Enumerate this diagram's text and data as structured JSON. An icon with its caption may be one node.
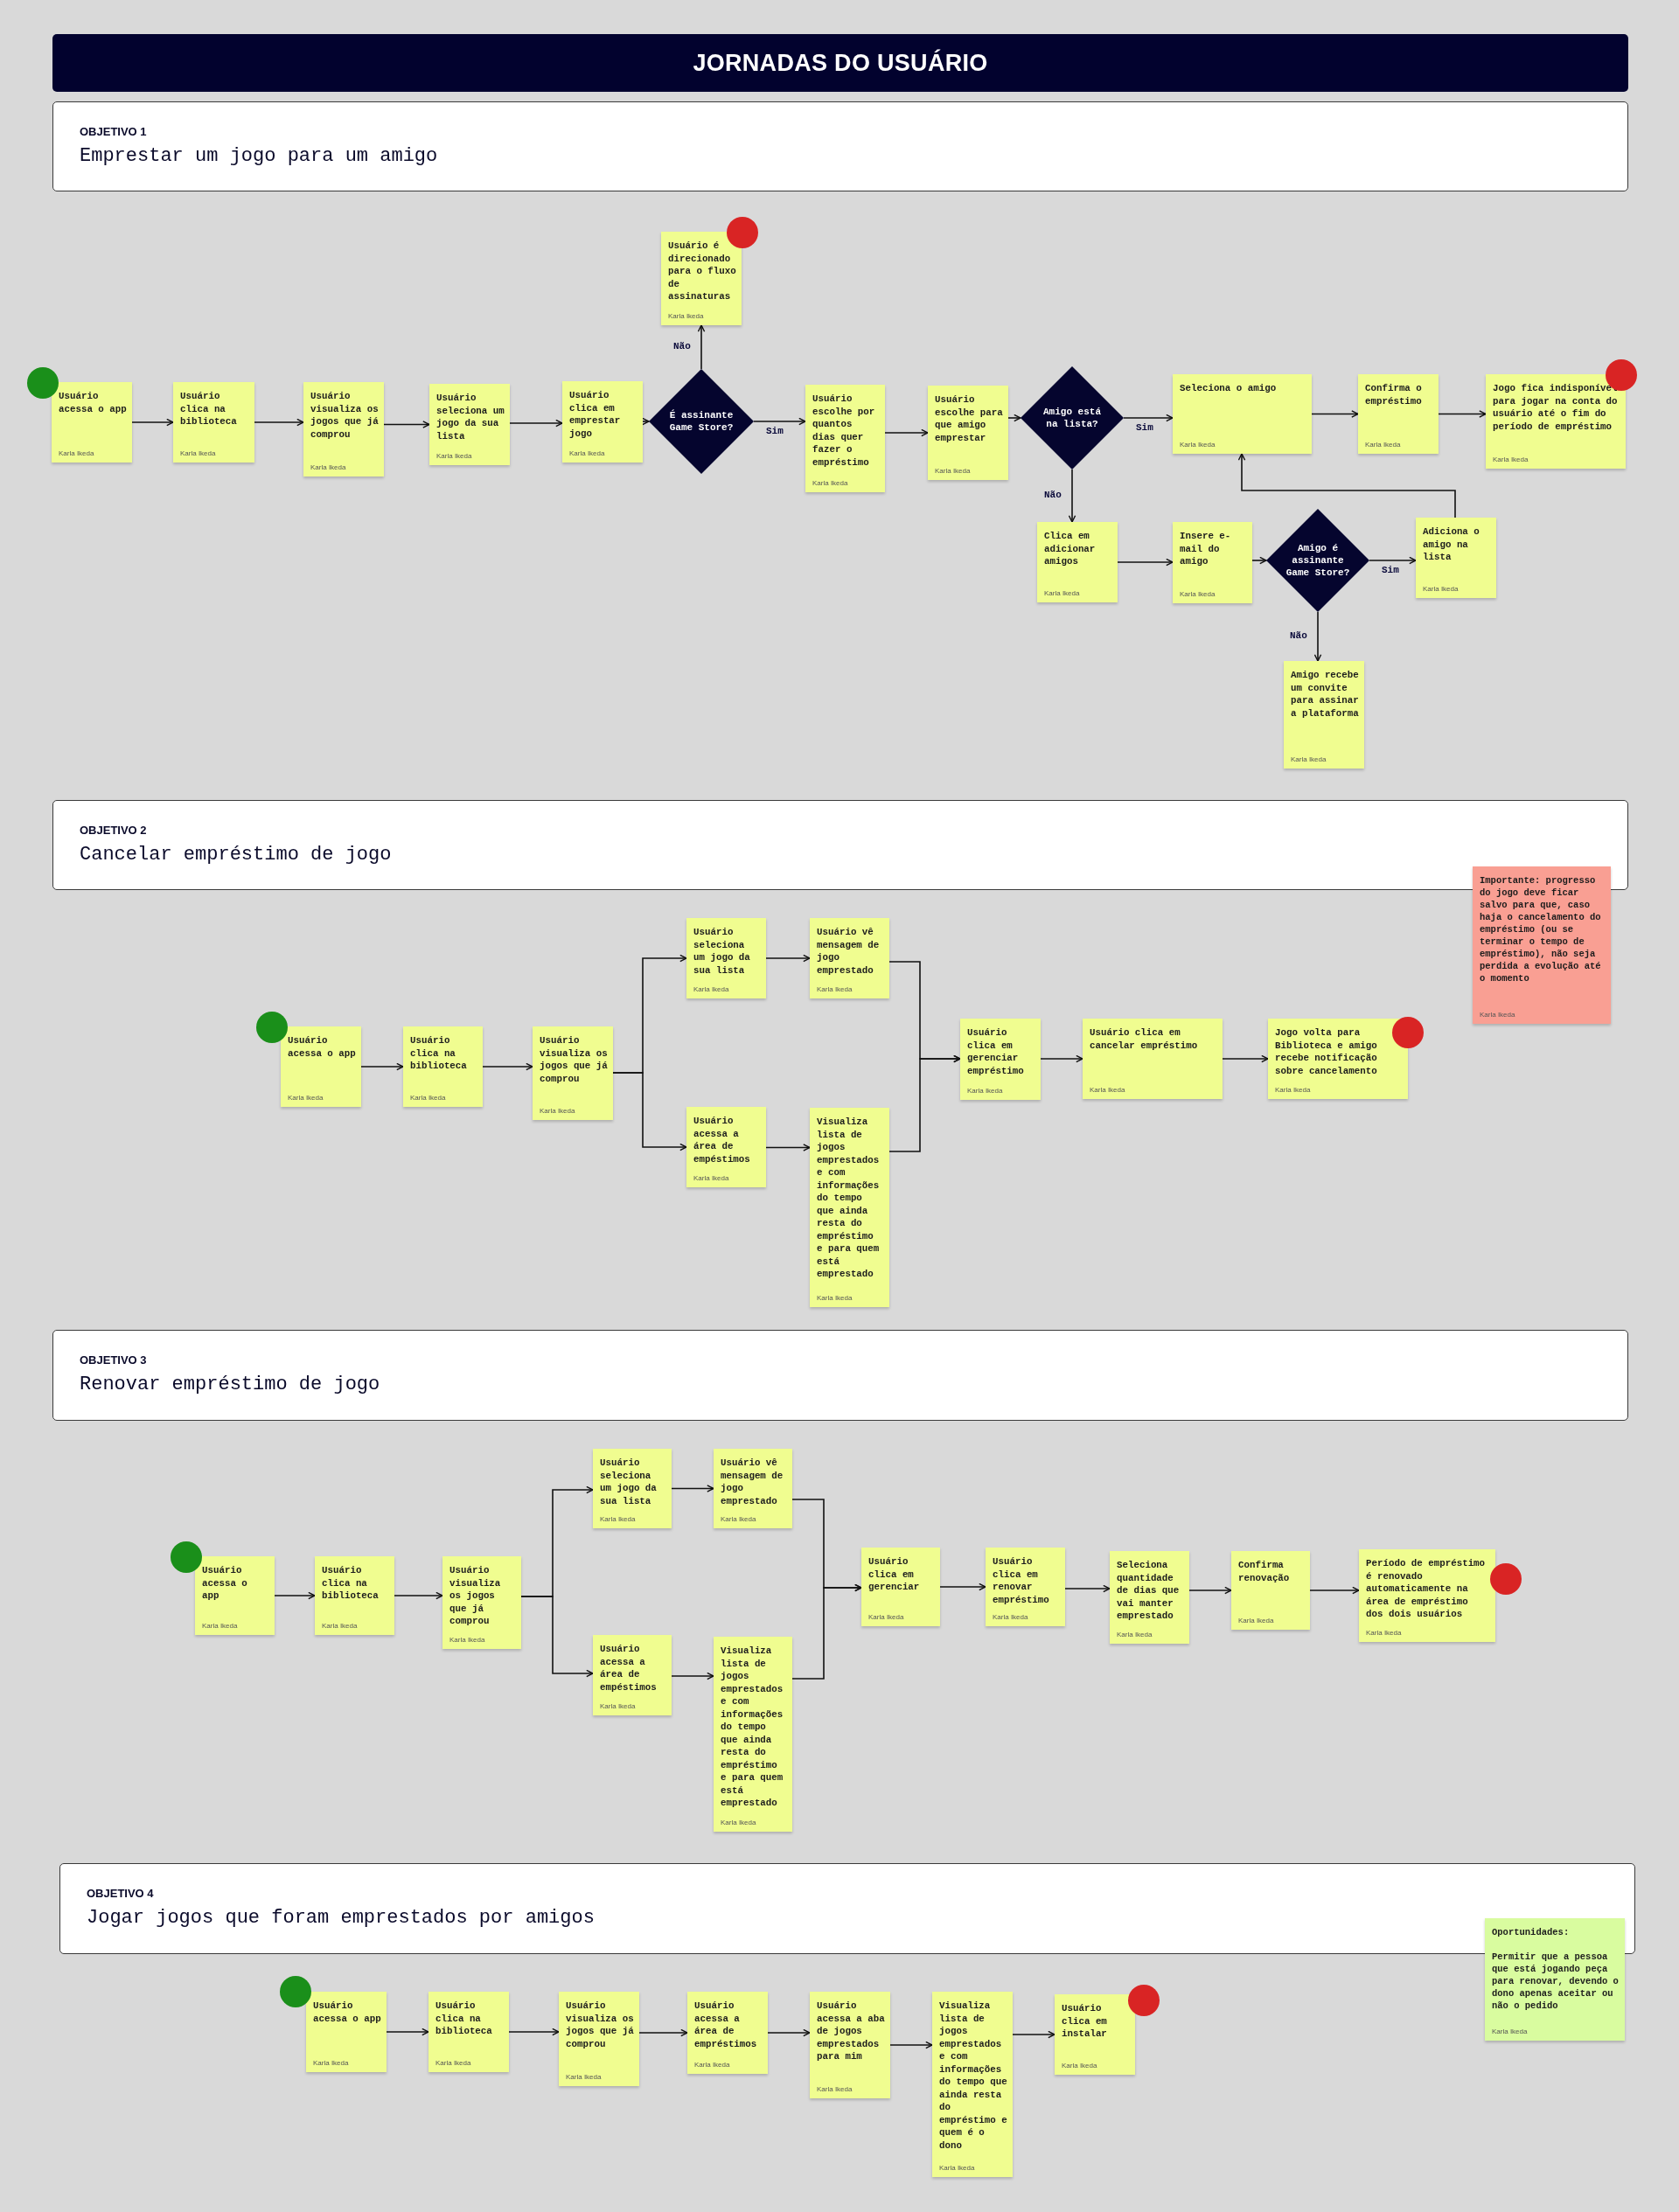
{
  "diagram": {
    "title": "JORNADAS DO USUÁRIO",
    "nodes": [
      {
        "text": [
          "OBJETIVO 1",
          "Emprestar um jogo para um amigo"
        ]
      },
      {
        "text": [],
        "shape": "circle"
      },
      {
        "text": [
          "Usuário acessa o app",
          "Karla Ikeda"
        ]
      },
      {
        "text": [
          "Usuário clica na biblioteca",
          "Karla Ikeda"
        ]
      },
      {
        "text": [
          "Usuário visualiza os jogos que já comprou",
          "Karla Ikeda"
        ]
      },
      {
        "text": [
          "Usuário seleciona um jogo da sua lista",
          "Karla Ikeda"
        ]
      },
      {
        "text": [
          "Usuário clica em emprestar jogo",
          "Karla Ikeda"
        ]
      },
      {
        "text": [
          "É assinante Game Store?"
        ]
      },
      {
        "text": [
          "Usuário é direcionado para o fluxo de assinaturas",
          "Karla Ikeda"
        ]
      },
      {
        "text": [],
        "shape": "circle"
      },
      {
        "text": [
          "Usuário escolhe por quantos dias quer fazer o empréstimo",
          "Karla Ikeda"
        ]
      },
      {
        "text": [
          "Usuário escolhe para que amigo emprestar",
          "Karla Ikeda"
        ]
      },
      {
        "text": [
          "Amigo está na lista?"
        ]
      },
      {
        "text": [
          "Seleciona o amigo",
          "Karla Ikeda"
        ]
      },
      {
        "text": [
          "Confirma o empréstimo",
          "Karla Ikeda"
        ]
      },
      {
        "text": [
          "Jogo fica indisponível para jogar na conta do usuário até o fim do período de empréstimo",
          "Karla Ikeda"
        ]
      },
      {
        "text": [],
        "shape": "circle"
      },
      {
        "text": [
          "Clica em adicionar amigos",
          "Karla Ikeda"
        ]
      },
      {
        "text": [
          "Insere e-mail do amigo",
          "Karla Ikeda"
        ]
      },
      {
        "text": [
          "Amigo é assinante Game Store?"
        ]
      },
      {
        "text": [
          "Adiciona o amigo na lista",
          "Karla Ikeda"
        ]
      },
      {
        "text": [
          "Amigo recebe um convite para assinar a plataforma",
          "Karla Ikeda"
        ]
      },
      {
        "text": [
          "OBJETIVO 2",
          "Cancelar empréstimo de jogo"
        ]
      },
      {
        "text": [
          "Importante: progresso do jogo deve ficar salvo para que, caso haja o cancelamento do empréstimo (ou se terminar o tempo de empréstimo), não seja perdida a evolução até o momento",
          "Karla Ikeda"
        ]
      },
      {
        "text": [],
        "shape": "circle"
      },
      {
        "text": [
          "Usuário acessa o app",
          "Karla Ikeda"
        ]
      },
      {
        "text": [
          "Usuário clica na biblioteca",
          "Karla Ikeda"
        ]
      },
      {
        "text": [
          "Usuário visualiza os jogos que já comprou",
          "Karla Ikeda"
        ]
      },
      {
        "text": [
          "Usuário seleciona um jogo da sua lista",
          "Karla Ikeda"
        ]
      },
      {
        "text": [
          "Usuário vê mensagem de jogo emprestado",
          "Karla Ikeda"
        ]
      },
      {
        "text": [
          "Usuário acessa a área de empéstimos",
          "Karla Ikeda"
        ]
      },
      {
        "text": [
          "Visualiza lista de jogos emprestados e com informações do tempo que ainda resta do empréstimo e para quem está emprestado",
          "Karla Ikeda"
        ]
      },
      {
        "text": [
          "Usuário clica em gerenciar empréstimo",
          "Karla Ikeda"
        ]
      },
      {
        "text": [
          "Usuário clica em cancelar empréstimo",
          "Karla Ikeda"
        ]
      },
      {
        "text": [
          "Jogo volta para Biblioteca e amigo recebe notificação sobre cancelamento",
          "Karla Ikeda"
        ]
      },
      {
        "text": [],
        "shape": "circle"
      },
      {
        "text": [
          "OBJETIVO 3",
          "Renovar empréstimo de jogo"
        ]
      },
      {
        "text": [],
        "shape": "circle"
      },
      {
        "text": [
          "Usuário acessa o app",
          "Karla Ikeda"
        ]
      },
      {
        "text": [
          "Usuário clica na biblioteca",
          "Karla Ikeda"
        ]
      },
      {
        "text": [
          "Usuário visualiza os jogos que já comprou",
          "Karla Ikeda"
        ]
      },
      {
        "text": [
          "Usuário seleciona um jogo da sua lista",
          "Karla Ikeda"
        ]
      },
      {
        "text": [
          "Usuário vê mensagem de jogo emprestado",
          "Karla Ikeda"
        ]
      },
      {
        "text": [
          "Usuário acessa a área de empéstimos",
          "Karla Ikeda"
        ]
      },
      {
        "text": [
          "Visualiza lista de jogos emprestados e com informações do tempo que ainda resta do empréstimo e para quem está emprestado",
          "Karla Ikeda"
        ]
      },
      {
        "text": [
          "Usuário clica em gerenciar",
          "Karla Ikeda"
        ]
      },
      {
        "text": [
          "Usuário clica em renovar empréstimo",
          "Karla Ikeda"
        ]
      },
      {
        "text": [
          "Seleciona quantidade de dias que vai manter emprestado",
          "Karla Ikeda"
        ]
      },
      {
        "text": [
          "Confirma renovação",
          "Karla Ikeda"
        ]
      },
      {
        "text": [
          "Período de empréstimo é renovado automaticamente na área de empréstimo dos dois usuários",
          "Karla Ikeda"
        ]
      },
      {
        "text": [],
        "shape": "circle"
      },
      {
        "text": [
          "OBJETIVO 4",
          "Jogar jogos que foram emprestados por amigos"
        ]
      },
      {
        "text": [
          "Oportunidades:",
          "Permitir que a pessoa que está jogando peça para renovar, devendo o dono apenas aceitar ou não o pedido",
          "Karla Ikeda"
        ]
      },
      {
        "text": [],
        "shape": "circle"
      },
      {
        "text": [
          "Usuário acessa o app",
          "Karla Ikeda"
        ]
      },
      {
        "text": [
          "Usuário clica na biblioteca",
          "Karla Ikeda"
        ]
      },
      {
        "text": [
          "Usuário visualiza os jogos que já comprou",
          "Karla Ikeda"
        ]
      },
      {
        "text": [
          "Usuário acessa a área de empréstimos",
          "Karla Ikeda"
        ]
      },
      {
        "text": [
          "Usuário acessa a aba de jogos emprestados para mim",
          "Karla Ikeda"
        ]
      },
      {
        "text": [
          "Visualiza lista de jogos emprestados e com informações do tempo que ainda resta do empréstimo e quem é o dono",
          "Karla Ikeda"
        ]
      },
      {
        "text": [
          "Usuário clica em instalar",
          "Karla Ikeda"
        ]
      },
      {
        "text": [],
        "shape": "circle"
      }
    ],
    "edges": [
      {
        "from": 2,
        "to": 3,
        "arrow": "to"
      },
      {
        "from": 3,
        "to": 4,
        "arrow": "to"
      },
      {
        "from": 4,
        "to": 5,
        "arrow": "to"
      },
      {
        "from": 5,
        "to": 6,
        "arrow": "to"
      },
      {
        "from": 6,
        "to": 7,
        "arrow": "to"
      },
      {
        "from": 7,
        "to": 8,
        "arrow": "to",
        "label": "Não"
      },
      {
        "from": 7,
        "to": 10,
        "arrow": "to",
        "label": "Sim"
      },
      {
        "from": 10,
        "to": 11,
        "arrow": "to"
      },
      {
        "from": 11,
        "to": 12,
        "arrow": "to"
      },
      {
        "from": 12,
        "to": 13,
        "arrow": "to",
        "label": "Sim"
      },
      {
        "from": 12,
        "to": 17,
        "arrow": "to",
        "label": "Não"
      },
      {
        "from": 13,
        "to": 14,
        "arrow": "to"
      },
      {
        "from": 14,
        "to": 15,
        "arrow": "to"
      },
      {
        "from": 17,
        "to": 18,
        "arrow": "to"
      },
      {
        "from": 18,
        "to": 19,
        "arrow": "to"
      },
      {
        "from": 19,
        "to": 20,
        "arrow": "to",
        "label": "Sim"
      },
      {
        "from": 19,
        "to": 21,
        "arrow": "to",
        "label": "Não"
      },
      {
        "from": 20,
        "to": 13,
        "arrow": "to"
      },
      {
        "from": 25,
        "to": 26,
        "arrow": "to"
      },
      {
        "from": 26,
        "to": 27,
        "arrow": "to"
      },
      {
        "from": 27,
        "to": 28,
        "arrow": "to"
      },
      {
        "from": 27,
        "to": 30,
        "arrow": "to"
      },
      {
        "from": 28,
        "to": 29,
        "arrow": "to"
      },
      {
        "from": 30,
        "to": 31,
        "arrow": "to"
      },
      {
        "from": 29,
        "to": 32,
        "arrow": "to"
      },
      {
        "from": 31,
        "to": 32,
        "arrow": "to"
      },
      {
        "from": 32,
        "to": 33,
        "arrow": "to"
      },
      {
        "from": 33,
        "to": 34,
        "arrow": "to"
      },
      {
        "from": 38,
        "to": 39,
        "arrow": "to"
      },
      {
        "from": 39,
        "to": 40,
        "arrow": "to"
      },
      {
        "from": 40,
        "to": 41,
        "arrow": "to"
      },
      {
        "from": 40,
        "to": 43,
        "arrow": "to"
      },
      {
        "from": 41,
        "to": 42,
        "arrow": "to"
      },
      {
        "from": 43,
        "to": 44,
        "arrow": "to"
      },
      {
        "from": 42,
        "to": 45,
        "arrow": "to"
      },
      {
        "from": 44,
        "to": 45,
        "arrow": "to"
      },
      {
        "from": 45,
        "to": 46,
        "arrow": "to"
      },
      {
        "from": 46,
        "to": 47,
        "arrow": "to"
      },
      {
        "from": 47,
        "to": 48,
        "arrow": "to"
      },
      {
        "from": 48,
        "to": 49,
        "arrow": "to"
      },
      {
        "from": 54,
        "to": 55,
        "arrow": "to"
      },
      {
        "from": 55,
        "to": 56,
        "arrow": "to"
      },
      {
        "from": 56,
        "to": 57,
        "arrow": "to"
      },
      {
        "from": 57,
        "to": 58,
        "arrow": "to"
      },
      {
        "from": 58,
        "to": 59,
        "arrow": "to"
      },
      {
        "from": 59,
        "to": 60,
        "arrow": "to"
      }
    ]
  }
}
